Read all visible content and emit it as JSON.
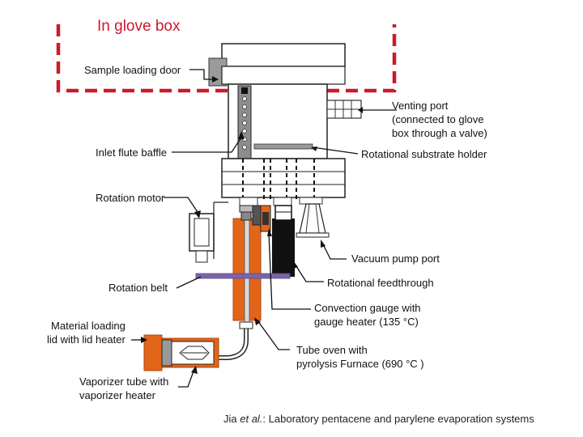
{
  "glovebox_label": "In glove box",
  "labels": {
    "sample_door": "Sample loading door",
    "venting_port": [
      "Venting port",
      "(connected to glove",
      "box through a valve)"
    ],
    "inlet_baffle": "Inlet flute baffle",
    "substrate_holder": "Rotational substrate holder",
    "rotation_motor": "Rotation motor",
    "vacuum_port": "Vacuum pump port",
    "feedthrough": "Rotational feedthrough",
    "rotation_belt": "Rotation belt",
    "convection_gauge": [
      "Convection gauge with",
      "gauge heater (135 °C)"
    ],
    "material_lid": [
      "Material loading",
      "lid with lid heater"
    ],
    "tube_oven": [
      "Tube oven with",
      "pyrolysis Furnace (690 °C )"
    ],
    "vaporizer": [
      "Vaporizer tube with",
      "vaporizer heater"
    ]
  },
  "caption": {
    "authors": "Jia ",
    "etal": "et al.",
    "rest": ": Laboratory pentacene and parylene evaporation systems"
  },
  "colors": {
    "glovebox_dash": "#cc1a2a",
    "heater": "#e2651a",
    "belt": "#7a64a8",
    "outline": "#222222"
  }
}
